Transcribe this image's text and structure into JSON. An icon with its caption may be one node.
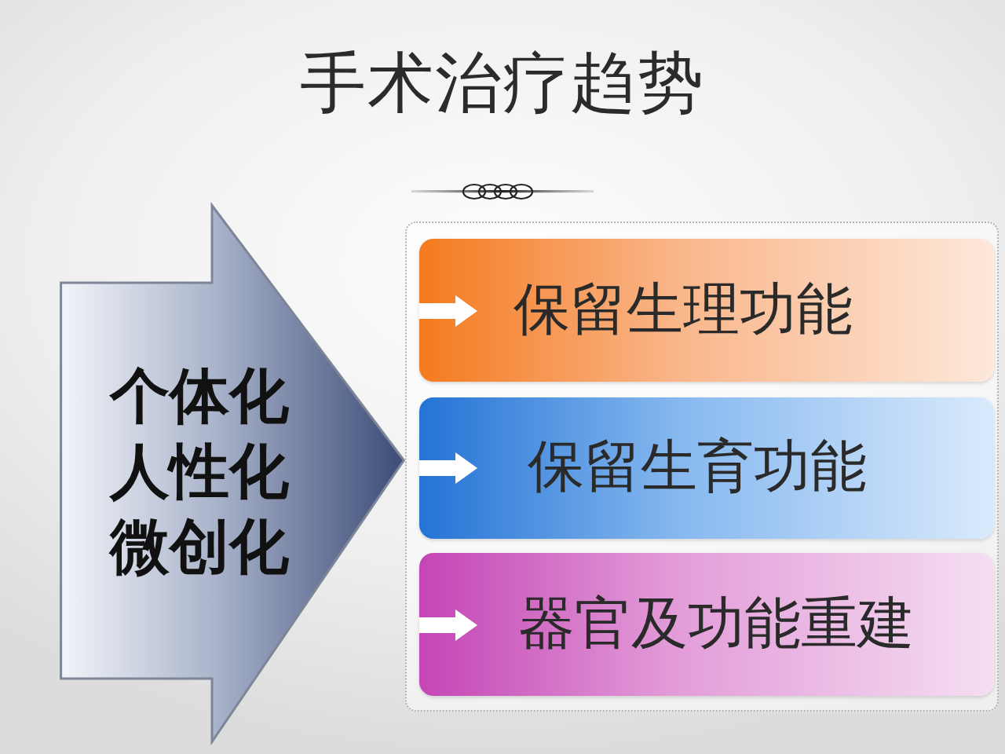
{
  "diagram": {
    "title": "手术治疗趋势",
    "nodes": [
      {
        "text": [
          "个体化",
          "人性化",
          "微创化"
        ]
      },
      {
        "text": [],
        "shape": "box"
      },
      {
        "text": [
          "保留生理功能"
        ],
        "in": 1
      },
      {
        "text": [
          "保留生育功能"
        ],
        "in": 1
      },
      {
        "text": [
          "器官及功能重建"
        ],
        "in": 1
      }
    ]
  }
}
